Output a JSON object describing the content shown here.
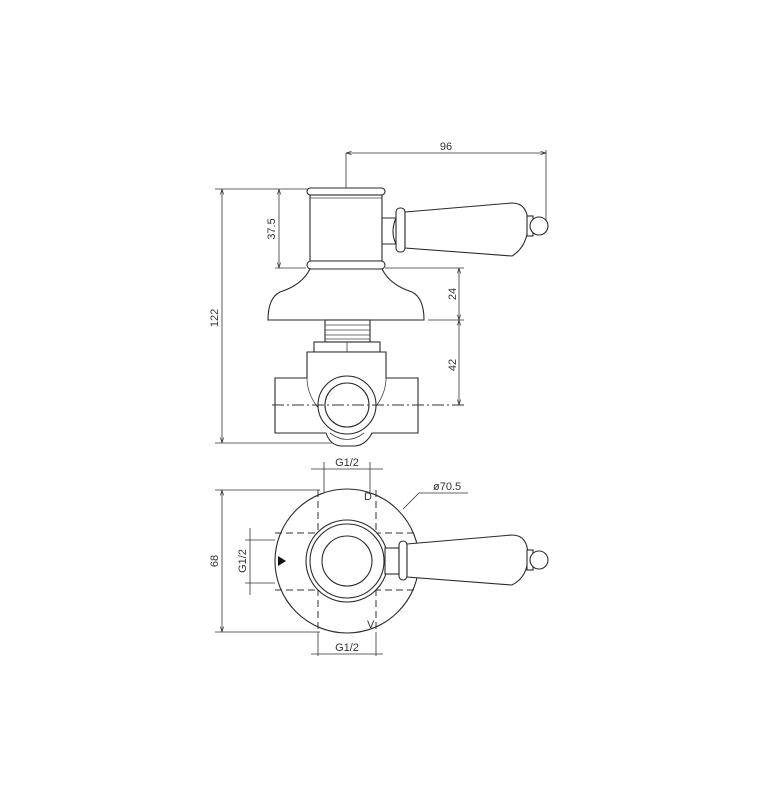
{
  "drawing": {
    "type": "technical-drawing",
    "subject": "concealed diverter valve with lever handle",
    "views": [
      "side-elevation",
      "top-plan"
    ],
    "line_color": "#2a2a2a",
    "background": "#ffffff"
  },
  "side_view": {
    "dimensions": {
      "overall_width": "96",
      "overall_height": "122",
      "handle_height": "37.5",
      "escutcheon_height": "24",
      "body_to_centerline": "42"
    }
  },
  "plan_view": {
    "dimensions": {
      "overall_depth": "68",
      "escutcheon_diameter": "ø70.5",
      "port_top": "G1/2",
      "port_left": "G1/2",
      "port_bottom": "G1/2"
    },
    "markers": {
      "top": "D",
      "bottom": "V"
    }
  }
}
